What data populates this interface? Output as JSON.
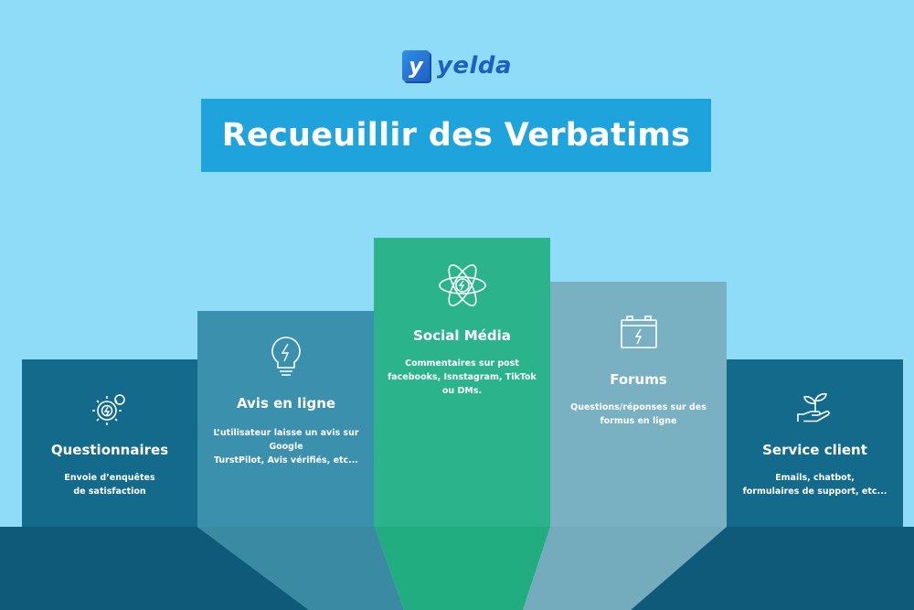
{
  "brand": {
    "logo_letter": "y",
    "name": "yelda"
  },
  "title": "Recueuillir des Verbatims",
  "columns": [
    {
      "icon": "gears-bolt-icon",
      "title": "Questionnaires",
      "description": "Envoie d’enquêtes\nde satisfaction",
      "color": "#146a8a"
    },
    {
      "icon": "lightbulb-bolt-icon",
      "title": "Avis en ligne",
      "description": "L’utilisateur laisse un avis sur\nGoogle\nTurstPilot, Avis vérifiés, etc...",
      "color": "#3b90ad"
    },
    {
      "icon": "atom-bolt-icon",
      "title": "Social Média",
      "description": "Commentaires sur post\nfacebooks, Isnstagram, TikTok\nou DMs.",
      "color": "#2bb38b"
    },
    {
      "icon": "battery-bolt-icon",
      "title": "Forums",
      "description": "Questions/réponses sur des\nformus en ligne",
      "color": "#79b1c2"
    },
    {
      "icon": "hand-plant-icon",
      "title": "Service client",
      "description": "Emails, chatbot,\nformulaires de support, etc...",
      "color": "#146a8a"
    }
  ]
}
